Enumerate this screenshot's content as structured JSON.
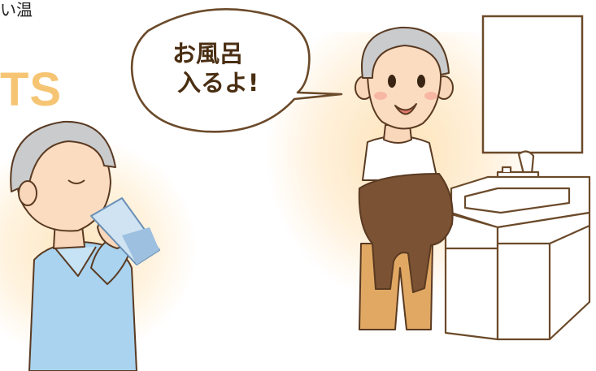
{
  "page": {
    "top_text": "い温",
    "brand_fragment": "TS"
  },
  "speech_bubble": {
    "line1": "お風呂",
    "line2": "入るよ!"
  },
  "colors": {
    "accent": "#f6c574",
    "bubble_outline": "#6b4a2a",
    "shirt_blue": "#a9d3ee",
    "pants_tan": "#e0a863",
    "sweater_brown": "#7b5233"
  },
  "icons": [
    "elderly-man-drinking",
    "elderly-man-undressing",
    "washbasin-vanity",
    "wall-mirror",
    "water-glass",
    "faucet"
  ]
}
